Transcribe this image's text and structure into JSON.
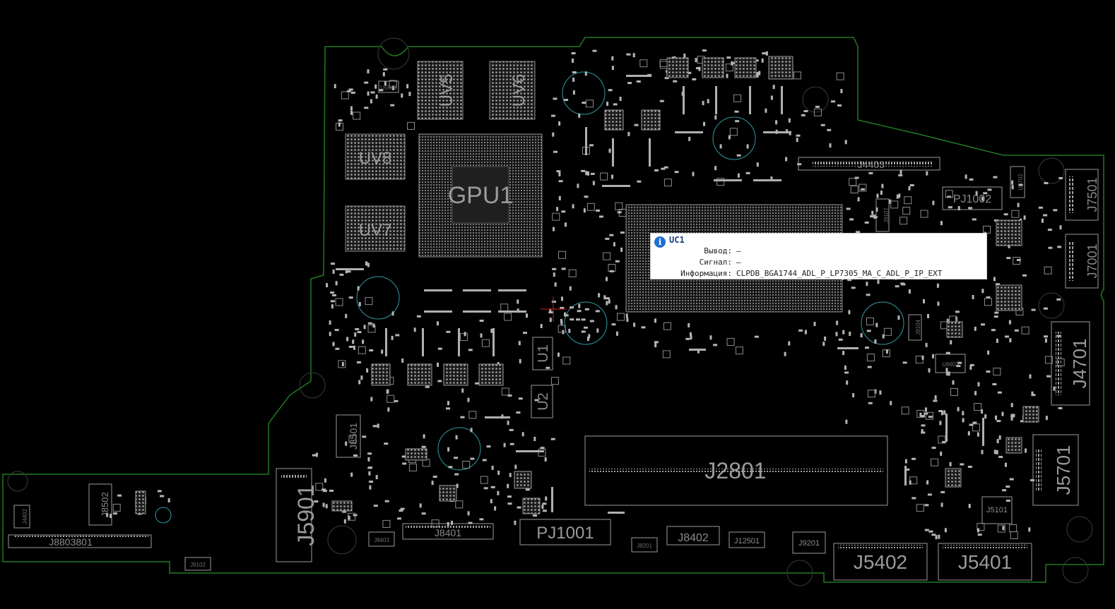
{
  "labels": {
    "uv5": "UV5",
    "uv6": "UV6",
    "uv8": "UV8",
    "uv7": "UV7",
    "gpu1": "GPU1",
    "j4403": "J4403",
    "pj1002": "PJ1002",
    "j7501": "J7501",
    "j7001": "J7001",
    "j4701": "J4701",
    "j5701": "J5701",
    "u1": "U1",
    "u2": "U2",
    "j8501": "J8501",
    "j8502": "J8502",
    "j5901": "J5901",
    "j8803": "J8803801",
    "j8403": "J8403",
    "j8401": "J8401",
    "pj1001": "PJ1001",
    "j2801": "J2801",
    "j8201": "J8201",
    "j8402": "J8402",
    "j12501": "J12501",
    "j9201": "J9201",
    "j5402": "J5402",
    "j5401": "J5401",
    "j5101": "J5101",
    "j9102": "J9102",
    "j4402": "J4402",
    "u6602": "U6602",
    "j9104": "J9104",
    "u6702": "U6702",
    "u5503": "U5503",
    "j9107": "J9107"
  },
  "tooltip": {
    "title": "UC1",
    "rows": [
      {
        "key": "Вывод:",
        "value": "—"
      },
      {
        "key": "Сигнал:",
        "value": "—"
      },
      {
        "key": "Информация:",
        "value": "CLPDB_BGA1744_ADL_P_LP7305_MA_C_ADL_P_IP_EXT"
      }
    ]
  },
  "colors": {
    "outline": "#1f7a1f",
    "component": "#9a9a9a",
    "via_ring": "#2e9aa4",
    "cursor": "#cc2222"
  }
}
